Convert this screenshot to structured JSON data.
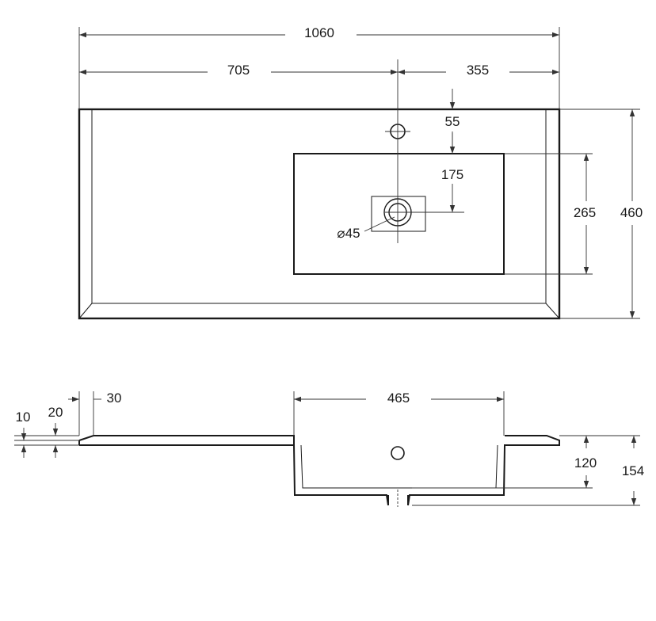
{
  "drawing": {
    "top_view": {
      "overall_width": "1060",
      "left_offset": "705",
      "right_offset": "355",
      "tap_hole_offset": "55",
      "bowl_to_drain": "175",
      "bowl_depth_top": "265",
      "overall_depth": "460",
      "drain_diameter": "⌀45"
    },
    "side_view": {
      "lip_10": "10",
      "lip_20": "20",
      "edge_30": "30",
      "bowl_width": "465",
      "bowl_height": "120",
      "total_height": "154"
    }
  }
}
